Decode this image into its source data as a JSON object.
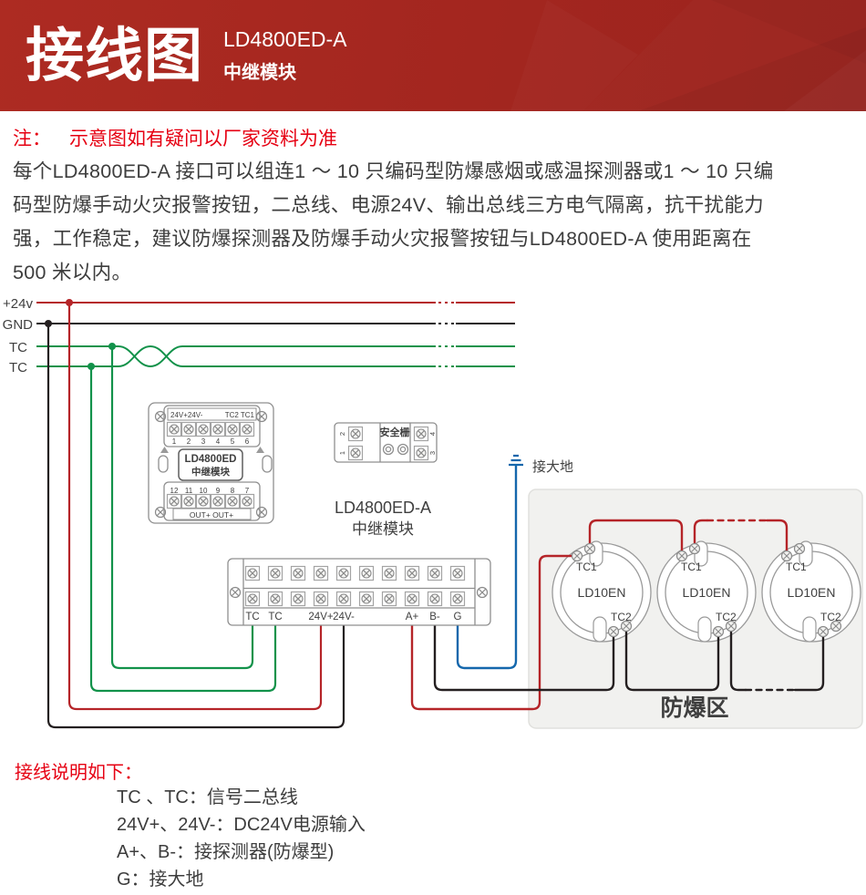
{
  "header": {
    "title": "接线图",
    "model": "LD4800ED-A",
    "subtitle": "中继模块"
  },
  "note": {
    "prefix": "注：",
    "text": "示意图如有疑问以厂家资料为准"
  },
  "description": [
    "每个LD4800ED-A 接口可以组连1 ～ 10 只编码型防爆感烟或感温探测器或1 ～ 10 只编",
    "码型防爆手动火灾报警按钮，二总线、电源24V、输出总线三方电气隔离，抗干扰能力",
    "强，工作稳定，建议防爆探测器及防爆手动火灾报警按钮与LD4800ED-A 使用距离在",
    "500 米以内。"
  ],
  "bus": {
    "labels": [
      "+24v",
      "GND",
      "TC",
      "TC"
    ]
  },
  "small_module": {
    "top_left_label": "24V+24V-",
    "top_right_label": "TC2 TC1",
    "top_numbers": [
      "1",
      "2",
      "3",
      "4",
      "5",
      "6"
    ],
    "name_line1": "LD4800ED",
    "name_line2": "中继模块",
    "bottom_numbers": [
      "12",
      "11",
      "10",
      "9",
      "8",
      "7"
    ],
    "bottom_label": "OUT+ OUT+"
  },
  "barrier": {
    "label": "安全栅",
    "left_terminals": [
      "2",
      "1"
    ],
    "right_terminals": [
      "4",
      "3"
    ]
  },
  "module_label": {
    "line1": "LD4800ED-A",
    "line2": "中继模块"
  },
  "ground": {
    "label": "接大地"
  },
  "strip": {
    "labels": [
      "TC",
      "TC",
      "24V+",
      "24V-",
      "A+",
      "B-",
      "G"
    ]
  },
  "zone": {
    "label": "防爆区",
    "detectors": [
      {
        "model": "LD10EN",
        "tc1": "TC1",
        "tc2": "TC2"
      },
      {
        "model": "LD10EN",
        "tc1": "TC1",
        "tc2": "TC2"
      },
      {
        "model": "LD10EN",
        "tc1": "TC1",
        "tc2": "TC2"
      }
    ]
  },
  "legend": {
    "title": "接线说明如下：",
    "items": [
      "TC 、TC：信号二总线",
      "24V+、24V-：DC24V电源输入",
      "A+、B-：接探测器(防爆型)",
      "G：接大地"
    ]
  },
  "colors": {
    "banner_red": "#a5281e",
    "note_red": "#e60012",
    "wire_red": "#b52428",
    "wire_green": "#12924a",
    "wire_black": "#241f20",
    "wire_blue": "#1467ac",
    "zone_label_blue": "#1a6cb0",
    "outline_gray": "#8f8f8f"
  }
}
